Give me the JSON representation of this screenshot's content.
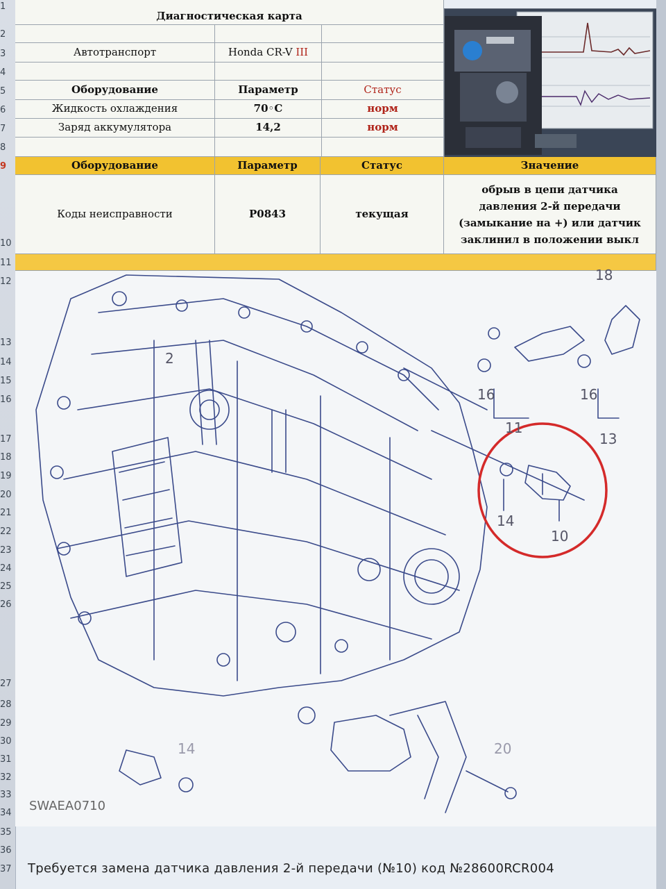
{
  "header": {
    "title": "Диагностическая карта",
    "vehicle_label": "Автотранспорт",
    "vehicle_value_prefix": "Honda CR-V ",
    "vehicle_value_suffix": "III"
  },
  "table1": {
    "columns": [
      "Оборудование",
      "Параметр",
      "Статус"
    ],
    "rows": [
      {
        "equipment": "Жидкость охлаждения",
        "param": "70◦С",
        "status": "норм"
      },
      {
        "equipment": "Заряд аккумулятора",
        "param": "14,2",
        "status": "норм"
      }
    ]
  },
  "table2": {
    "columns": [
      "Оборудование",
      "Параметр",
      "Статус",
      "Значение"
    ],
    "row": {
      "equipment": "Коды неисправности",
      "param": "P0843",
      "status": "текущая",
      "value": "обрыв в цепи датчика давления 2-й передачи (замыкание на +) или датчик заклинил в положении выкл"
    }
  },
  "row_numbers": [
    "1",
    "2",
    "3",
    "4",
    "5",
    "6",
    "7",
    "8",
    "9",
    "10",
    "11",
    "12",
    "13",
    "14",
    "15",
    "16",
    "17",
    "18",
    "19",
    "20",
    "21",
    "22",
    "23",
    "24",
    "25",
    "26",
    "27",
    "28",
    "29",
    "30",
    "31",
    "32",
    "33",
    "34",
    "35",
    "36",
    "37"
  ],
  "diagram": {
    "code": "SWAEA0710",
    "callouts": [
      "16",
      "11",
      "16",
      "13",
      "14",
      "10",
      "2",
      "18",
      "20",
      "14"
    ]
  },
  "caption": "Требуется замена датчика давления 2-й передачи (№10) код №28600RCR004",
  "colors": {
    "header_yellow": "#f2c230",
    "status_red": "#b0241a",
    "highlight_circle": "#d42a2a"
  }
}
